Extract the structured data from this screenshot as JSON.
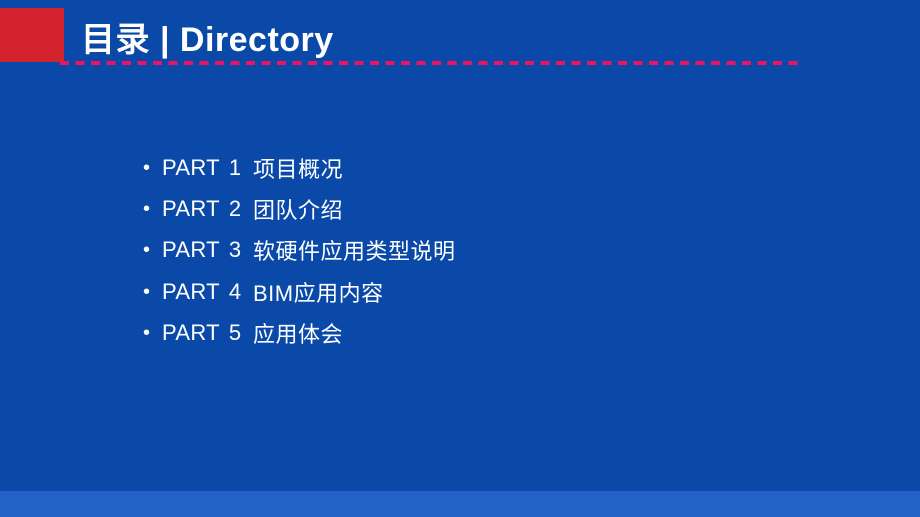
{
  "header": {
    "title": "目录 | Directory"
  },
  "toc": {
    "items": [
      {
        "part": "PART 1",
        "title": "项目概况"
      },
      {
        "part": "PART 2",
        "title": "团队介绍"
      },
      {
        "part": "PART 3",
        "title": "软硬件应用类型说明"
      },
      {
        "part": "PART 4",
        "title": "BIM应用内容"
      },
      {
        "part": "PART 5",
        "title": "应用体会"
      }
    ]
  },
  "icons": {
    "bullet": "•"
  },
  "colors": {
    "background": "#0A49A8",
    "accent_block_red": "#D2232E",
    "dashed_line_pink": "#ED1263",
    "footer_band_blue": "#2161C8",
    "text_white": "#FFFFFF"
  }
}
